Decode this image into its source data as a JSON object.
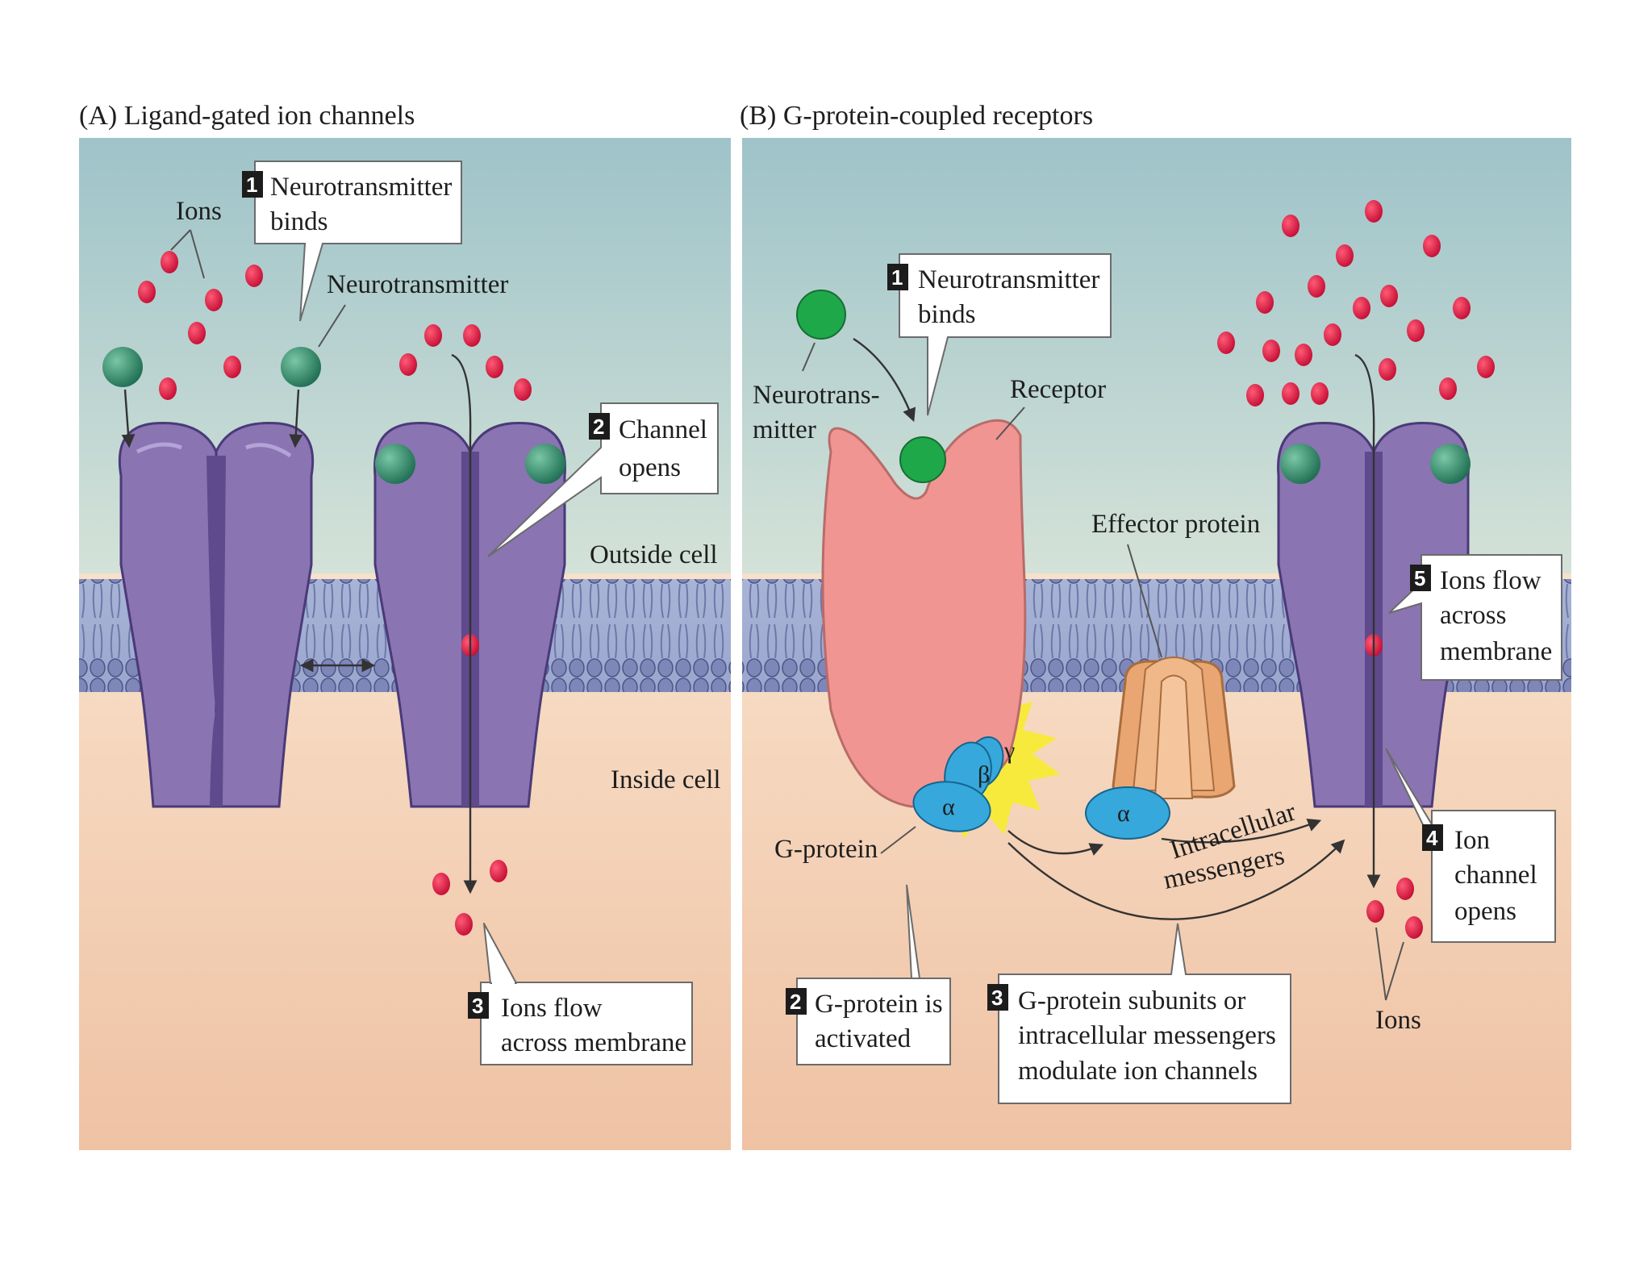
{
  "panel_a": {
    "title": "(A)  Ligand-gated ion channels",
    "label_ions": "Ions",
    "label_neurotransmitter": "Neurotransmitter",
    "label_outside": "Outside cell",
    "label_inside": "Inside cell",
    "step1": {
      "num": "1",
      "line1": "Neurotransmitter",
      "line2": "binds"
    },
    "step2": {
      "num": "2",
      "line1": "Channel",
      "line2": "opens"
    },
    "step3": {
      "num": "3",
      "line1": "Ions flow",
      "line2": "across membrane"
    }
  },
  "panel_b": {
    "title": "(B)  G-protein-coupled receptors",
    "label_nt_line1": "Neurotrans-",
    "label_nt_line2": "mitter",
    "label_receptor": "Receptor",
    "label_effector": "Effector protein",
    "label_gprotein": "G-protein",
    "label_ions": "Ions",
    "label_messengers_line1": "Intracellular",
    "label_messengers_line2": "messengers",
    "subunit_alpha": "α",
    "subunit_beta": "β",
    "subunit_gamma": "γ",
    "step1": {
      "num": "1",
      "line1": "Neurotransmitter",
      "line2": "binds"
    },
    "step2": {
      "num": "2",
      "line1": "G-protein is",
      "line2": "activated"
    },
    "step3": {
      "num": "3",
      "line1": "G-protein subunits or",
      "line2": "intracellular messengers",
      "line3": "modulate ion channels"
    },
    "step4": {
      "num": "4",
      "line1": "Ion",
      "line2": "channel",
      "line3": "opens"
    },
    "step5": {
      "num": "5",
      "line1": "Ions flow",
      "line2": "across",
      "line3": "membrane"
    }
  },
  "colors": {
    "outside_top": "#9ec3c9",
    "outside_bottom": "#d2e1d8",
    "inside_top": "#f7dcc4",
    "inside_bottom": "#f0c3a6",
    "channel": "#8a74b2",
    "channel_dark": "#5e4a8c",
    "ion": "#d6173f",
    "neurotransmitter_b": "#1ea84a",
    "neurotransmitter_a": "#2f8e6c",
    "receptor": "#f19592",
    "gprotein": "#36a8dc",
    "effector": "#e9a673",
    "burst": "#f7ea3c"
  }
}
